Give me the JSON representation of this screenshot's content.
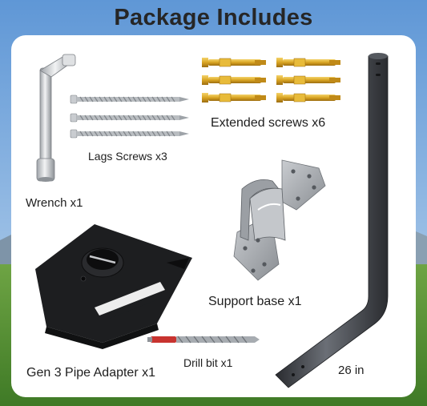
{
  "title": "Package Includes",
  "items": {
    "wrench": "Wrench x1",
    "lag_screws": "Lags Screws x3",
    "extended_screws": "Extended screws x6",
    "support_base": "Support base x1",
    "pipe_adapter": "Gen 3 Pipe Adapter x1",
    "drill_bit": "Drill bit x1",
    "pipe": "26 in"
  },
  "colors": {
    "sky_top": "#5f97d6",
    "sky_bottom": "#b9d3ec",
    "grass": "#5f9a3a",
    "title_text": "#262626",
    "screw_gold": "#d9a422",
    "pipe_dark": "#3b3e44",
    "adapter_black": "#1d1e20",
    "drill_red": "#c8332f"
  }
}
